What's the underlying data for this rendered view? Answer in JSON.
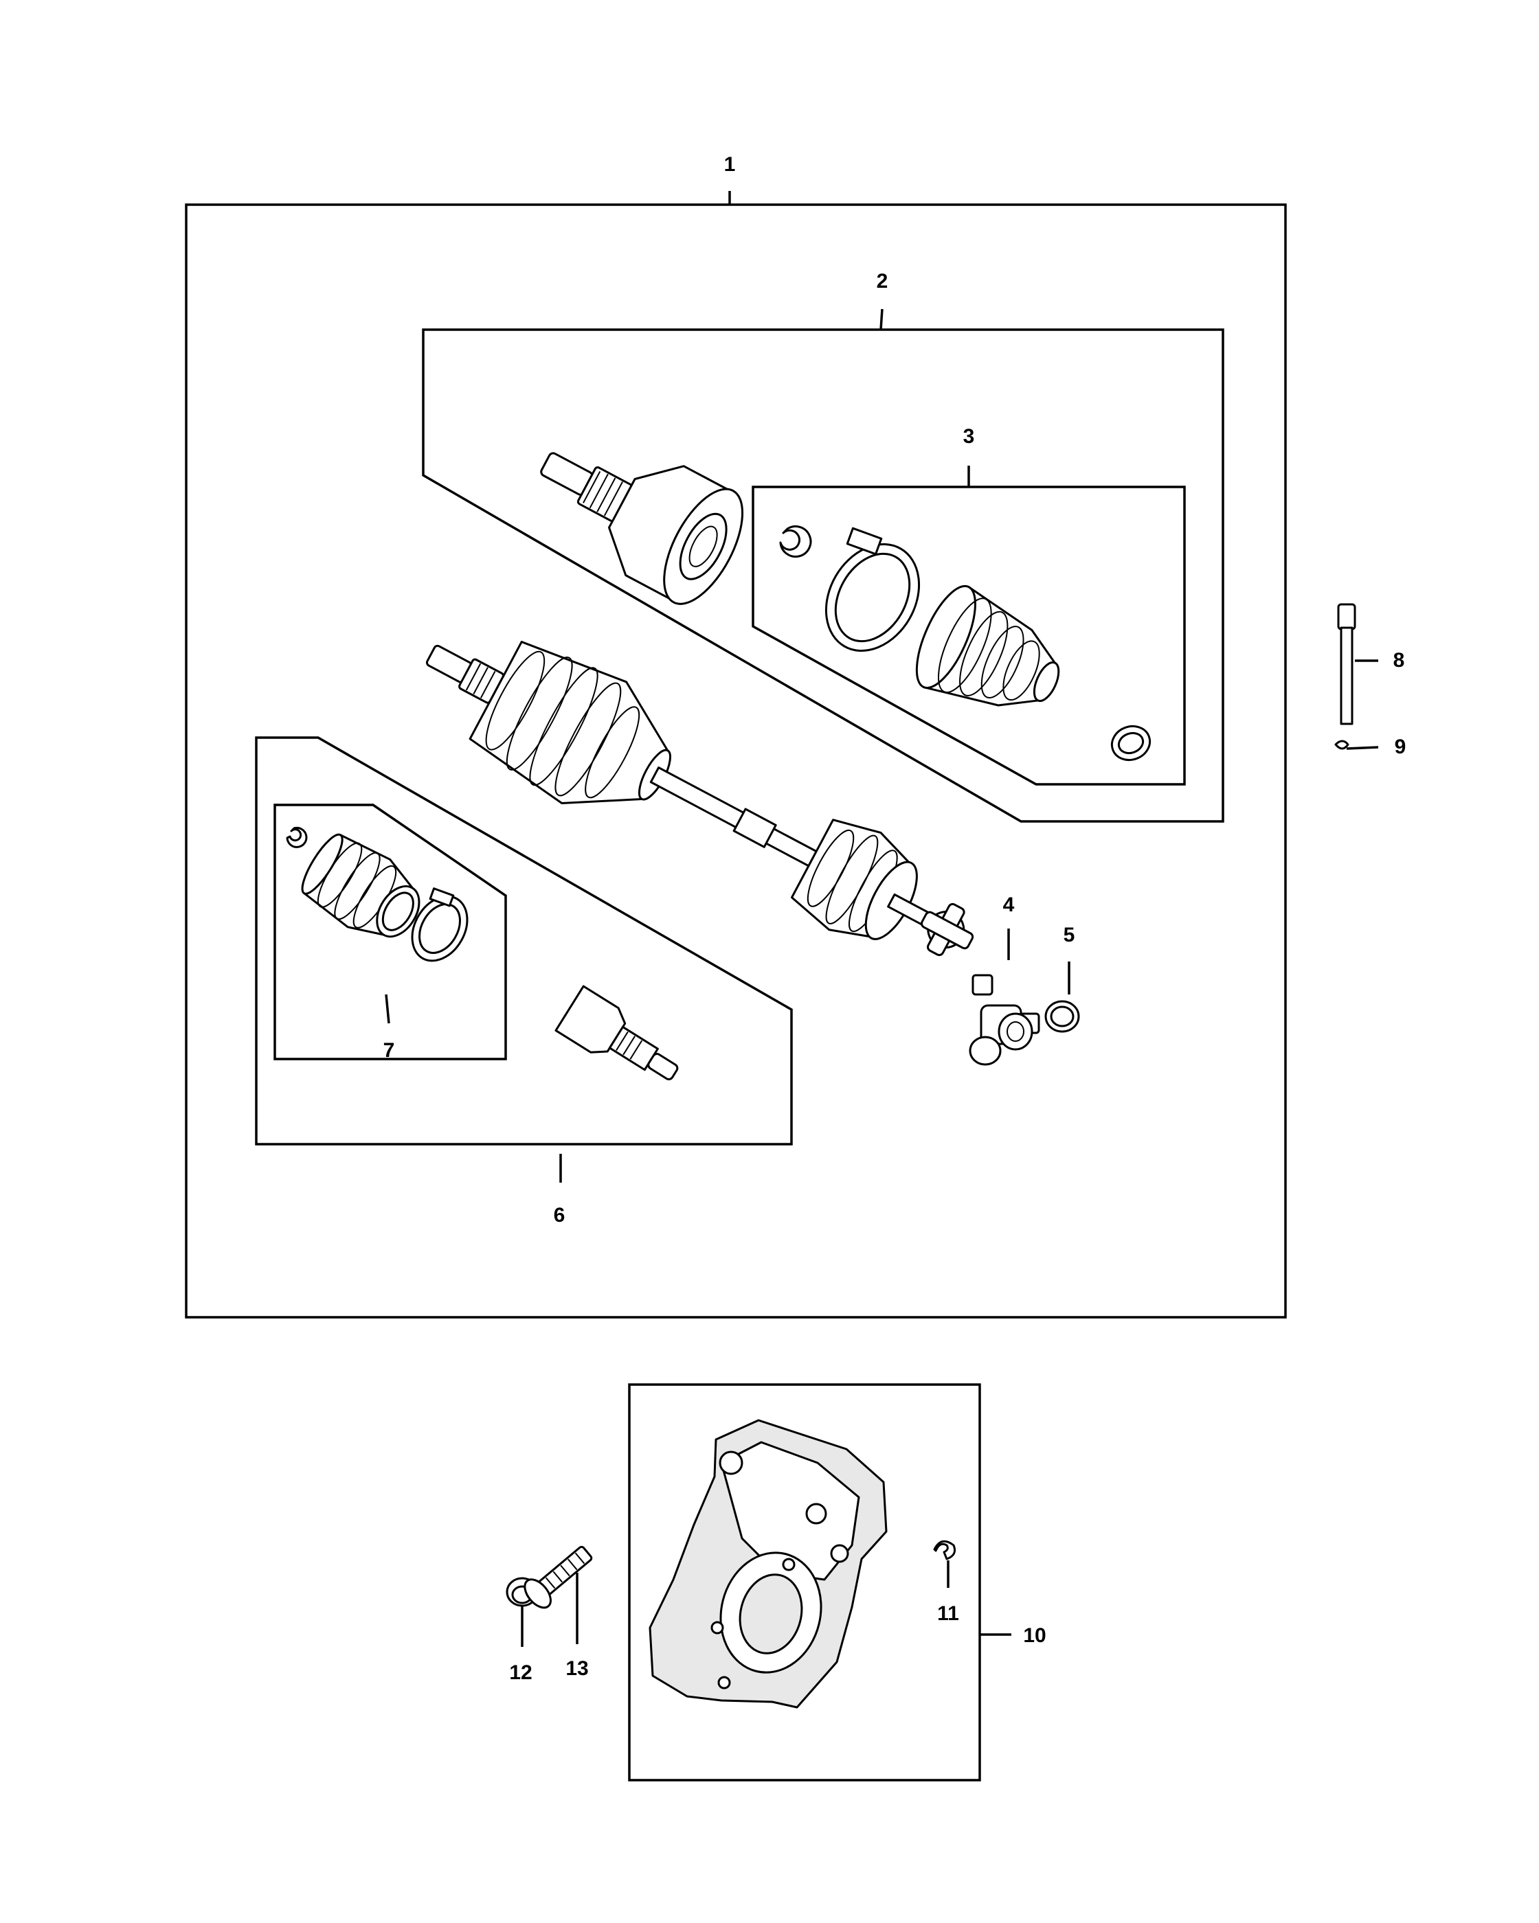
{
  "diagram": {
    "callouts": [
      {
        "id": "c1",
        "text": "1"
      },
      {
        "id": "c2",
        "text": "2"
      },
      {
        "id": "c3",
        "text": "3"
      },
      {
        "id": "c4",
        "text": "4"
      },
      {
        "id": "c5",
        "text": "5"
      },
      {
        "id": "c6",
        "text": "6"
      },
      {
        "id": "c7",
        "text": "7"
      },
      {
        "id": "c8",
        "text": "8"
      },
      {
        "id": "c9",
        "text": "9"
      },
      {
        "id": "c10",
        "text": "10"
      },
      {
        "id": "c11",
        "text": "11"
      },
      {
        "id": "c12",
        "text": "12"
      },
      {
        "id": "c13",
        "text": "13"
      }
    ],
    "colors": {
      "line": "#000000",
      "background": "#ffffff",
      "shade": "#e8e8e8"
    }
  }
}
